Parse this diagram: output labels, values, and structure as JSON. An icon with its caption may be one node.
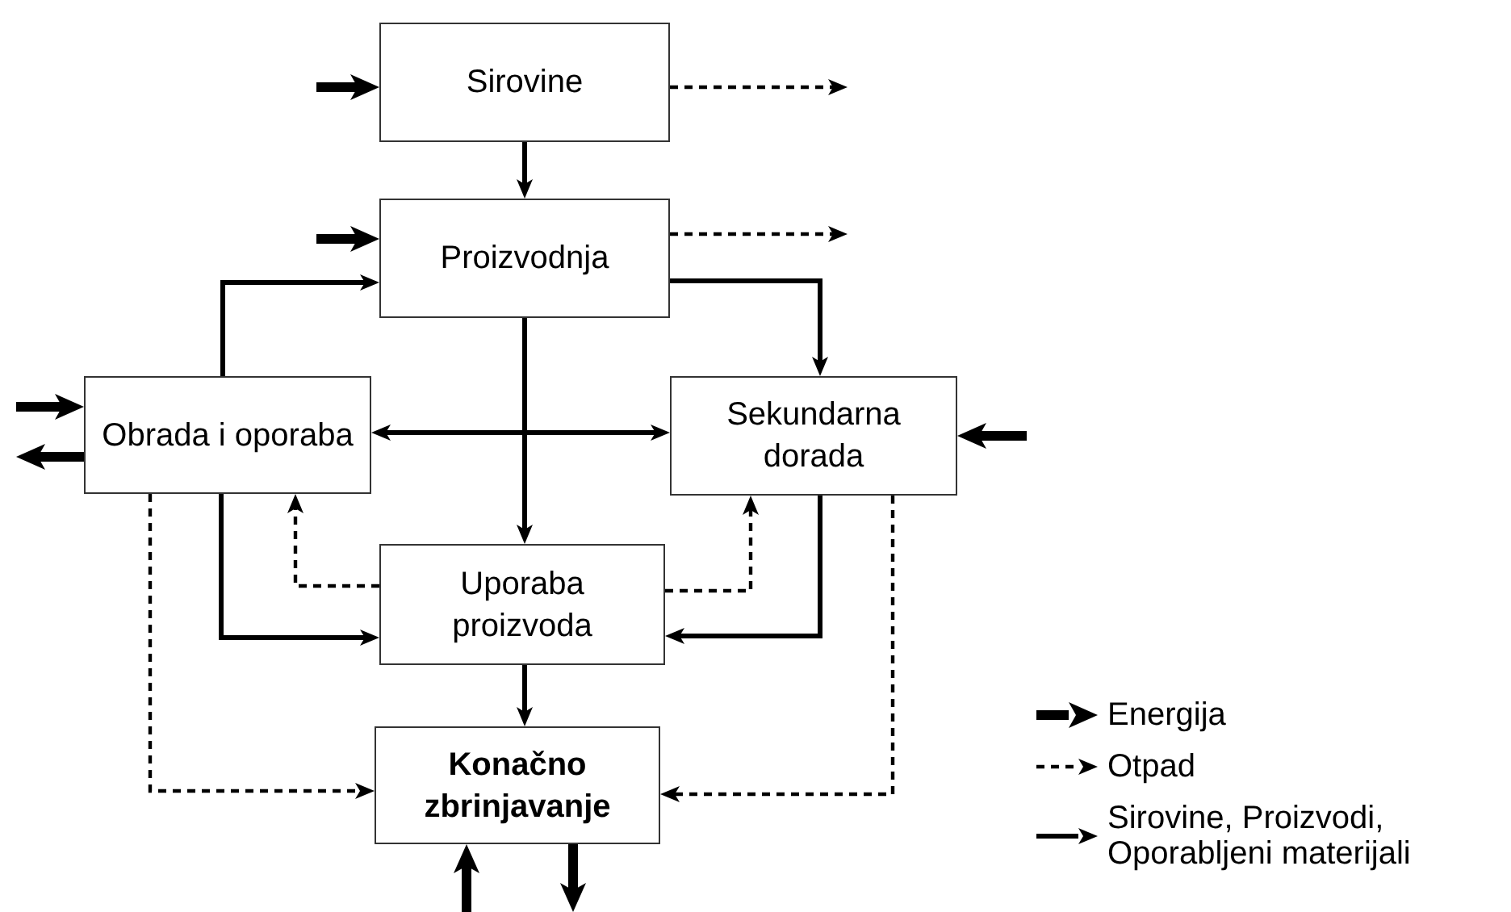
{
  "diagram": {
    "nodes": [
      {
        "text": [
          "Sirovine"
        ]
      },
      {
        "text": [
          "Proizvodnja"
        ]
      },
      {
        "text": [
          "Obrada i oporaba"
        ]
      },
      {
        "text": [
          "Sekundarna dorada"
        ]
      },
      {
        "text": [
          "Uporaba proizvoda"
        ]
      },
      {
        "text": [
          "Konačno zbrinjavanje"
        ]
      }
    ],
    "edges": [
      {
        "from": null,
        "to": 0,
        "arrow": "to",
        "style": "thick"
      },
      {
        "from": 0,
        "to": null,
        "arrow": "to",
        "style": "dashed"
      },
      {
        "from": 0,
        "to": 1,
        "arrow": "to"
      },
      {
        "from": null,
        "to": 1,
        "arrow": "to",
        "style": "thick"
      },
      {
        "from": 1,
        "to": null,
        "arrow": "to",
        "style": "dashed"
      },
      {
        "from": 2,
        "to": 1,
        "arrow": "to"
      },
      {
        "from": 1,
        "to": 3,
        "arrow": "to"
      },
      {
        "from": 1,
        "to": 4,
        "arrow": "to"
      },
      {
        "from": 2,
        "to": 3,
        "arrow": "both"
      },
      {
        "from": null,
        "to": 2,
        "arrow": "to",
        "style": "thick"
      },
      {
        "from": 2,
        "to": null,
        "arrow": "to",
        "style": "thick"
      },
      {
        "from": null,
        "to": 3,
        "arrow": "to",
        "style": "thick"
      },
      {
        "from": 4,
        "to": 2,
        "arrow": "to",
        "style": "dashed"
      },
      {
        "from": 4,
        "to": 3,
        "arrow": "to",
        "style": "dashed"
      },
      {
        "from": 2,
        "to": 4,
        "arrow": "to"
      },
      {
        "from": 3,
        "to": 4,
        "arrow": "to"
      },
      {
        "from": 4,
        "to": 5,
        "arrow": "to"
      },
      {
        "from": 2,
        "to": 5,
        "arrow": "to",
        "style": "dashed"
      },
      {
        "from": 3,
        "to": 5,
        "arrow": "to",
        "style": "dashed"
      },
      {
        "from": null,
        "to": 5,
        "arrow": "to",
        "style": "thick"
      },
      {
        "from": 5,
        "to": null,
        "arrow": "to",
        "style": "thick"
      }
    ],
    "legend": [
      {
        "text": "Energija"
      },
      {
        "text": "Otpad"
      },
      {
        "text": "Sirovine, Proizvodi, Oporabljeni materijali"
      }
    ]
  }
}
